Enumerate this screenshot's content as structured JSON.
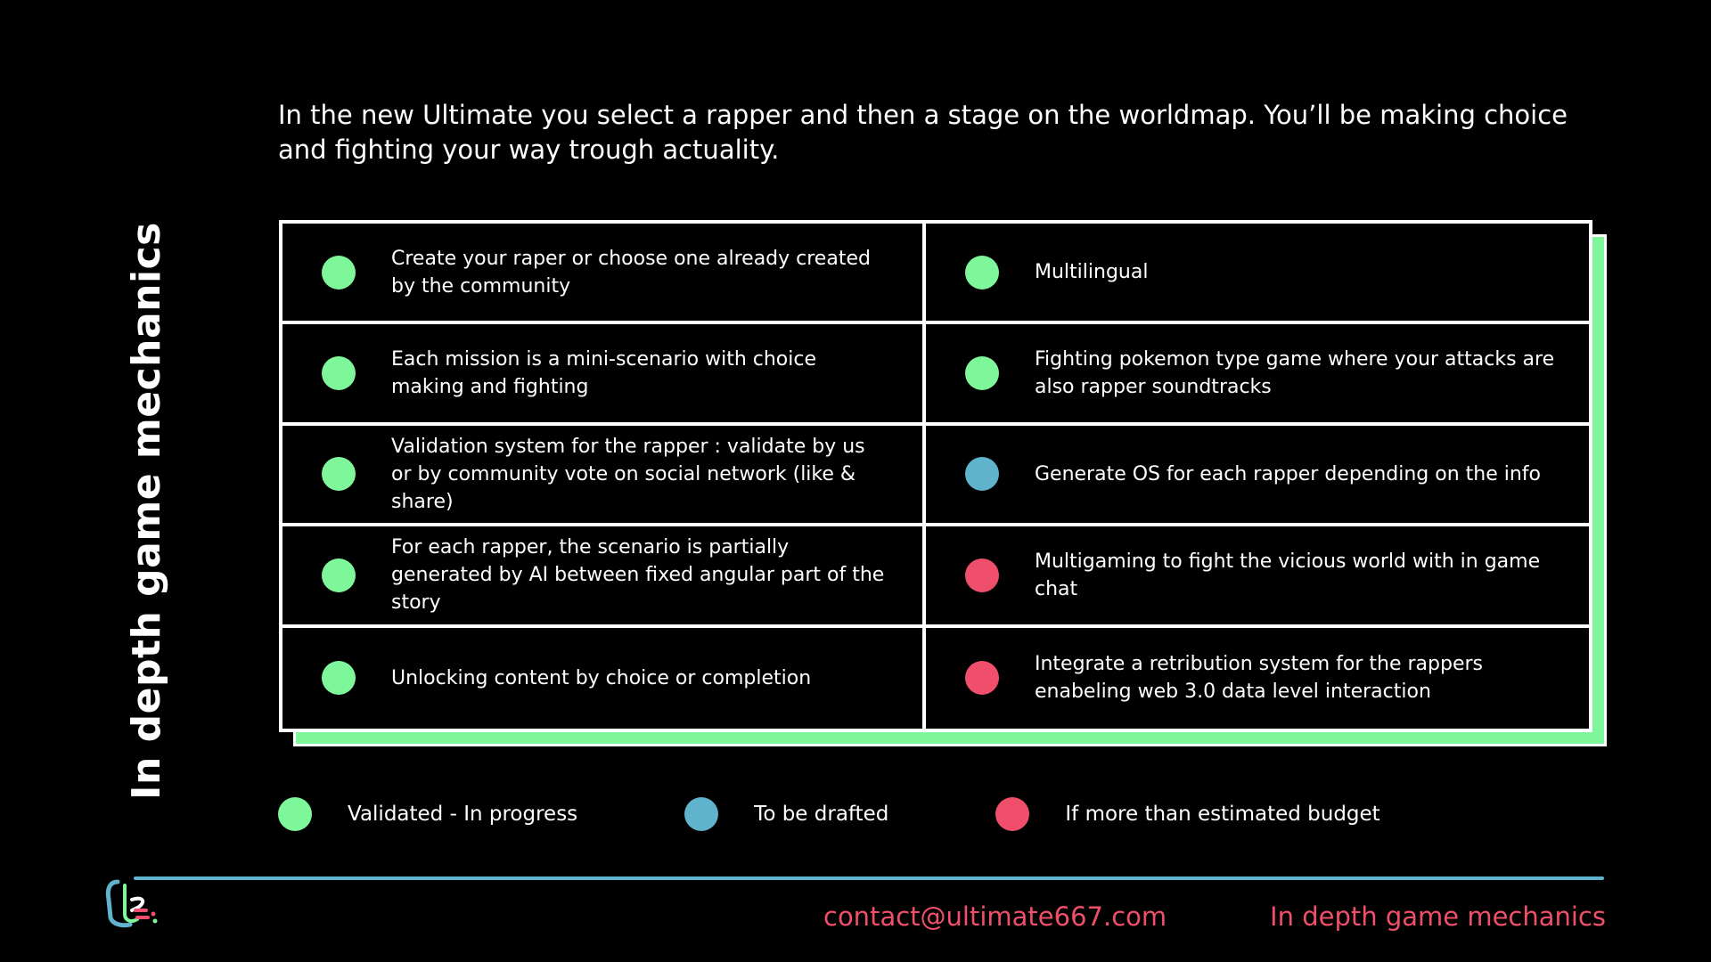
{
  "intro": "In the new Ultimate you select a rapper and then a stage on the worldmap. You’ll be making choice and fighting your way trough actuality.",
  "side_title": "In depth game mechanics",
  "colors": {
    "validated": "#7ef79a",
    "to_be_drafted": "#5fb3cd",
    "over_budget": "#ef4f6a",
    "shadow": "#7ef79a",
    "footer_line": "#5fb3cd",
    "footer_text": "#ef4f6a"
  },
  "features": [
    {
      "text": "Create your raper or choose one already created by the community",
      "status": "validated"
    },
    {
      "text": "Multilingual",
      "status": "validated"
    },
    {
      "text": "Each mission is a mini-scenario with choice making and fighting",
      "status": "validated"
    },
    {
      "text": "Fighting pokemon type game where your attacks are also rapper soundtracks",
      "status": "validated"
    },
    {
      "text": "Validation system for the rapper : validate by us or by community vote on social network  (like & share)",
      "status": "validated"
    },
    {
      "text": "Generate OS for each rapper depending on the info",
      "status": "to_be_drafted"
    },
    {
      "text": "For each rapper, the scenario is partially generated by AI between fixed angular part of the story",
      "status": "validated"
    },
    {
      "text": "Multigaming to fight the vicious world with in game chat",
      "status": "over_budget"
    },
    {
      "text": "Unlocking content by choice or completion",
      "status": "validated"
    },
    {
      "text": "Integrate a retribution system for the rappers enabeling web 3.0 data level interaction",
      "status": "over_budget"
    }
  ],
  "legend": [
    {
      "label": "Validated - In progress",
      "status": "validated",
      "icon": "green-dot-icon"
    },
    {
      "label": "To be drafted",
      "status": "to_be_drafted",
      "icon": "blue-dot-icon"
    },
    {
      "label": "If more than estimated budget",
      "status": "over_budget",
      "icon": "red-dot-icon"
    }
  ],
  "footer": {
    "logo_icon": "ultimate-logo-icon",
    "contact": "contact@ultimate667.com",
    "section": "In depth game mechanics"
  }
}
